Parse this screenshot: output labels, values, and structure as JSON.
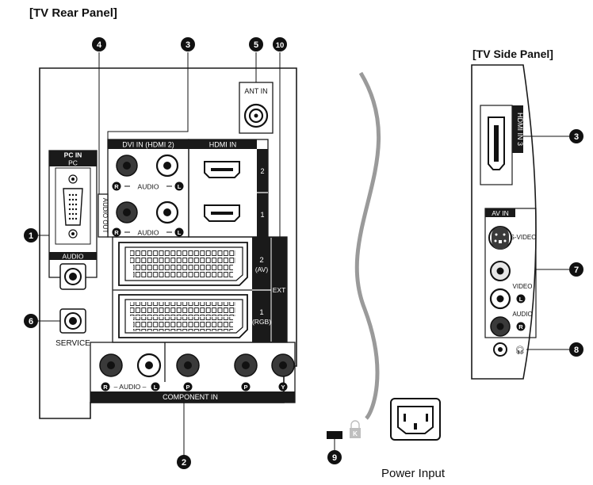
{
  "titles": {
    "rear": "[TV Rear Panel]",
    "side": "[TV Side Panel]"
  },
  "callouts": [
    "4",
    "3",
    "5",
    "10",
    "1",
    "6",
    "2",
    "3",
    "7",
    "8",
    "9"
  ],
  "rear_panel": {
    "pc_in_header": "PC IN",
    "pc_label": "PC",
    "audio_label": "AUDIO",
    "service_label": "SERVICE",
    "ant_in_label": "ANT IN",
    "dvi_header": "DVI IN (HDMI 2)",
    "hdmi_header": "HDMI IN",
    "hdmi_port_2": "2",
    "hdmi_port_1": "1",
    "audio_out_label": "AUDIO OUT",
    "audio_row_text": "AUDIO",
    "ch_r": "R",
    "ch_l": "L",
    "scart_2_num": "2",
    "scart_2_name": "(AV)",
    "scart_1_num": "1",
    "scart_1_name": "(RGB)",
    "ext_label": "EXT",
    "component_in_label": "COMPONENT IN",
    "component_audio_text": "– AUDIO –",
    "pr_badge": "P",
    "pb_badge": "P",
    "y_badge": "Y"
  },
  "side_panel": {
    "hdmi_in_3": "HDMI IN 3",
    "av_in": "AV IN",
    "s_video": "S-VIDEO",
    "video": "VIDEO",
    "audio": "AUDIO",
    "ch_l": "L",
    "ch_r": "R",
    "headphone_symbol": "🎧︎"
  },
  "power_input_label": "Power Input",
  "lock_badge": "K",
  "colors": {
    "ink": "#111111",
    "panel_stroke": "#1a1a1a",
    "cable_grey": "#9a9a9a",
    "jack_dark": "#3a3a3a",
    "jack_light": "#e8e8e8",
    "lock_grey": "#bfbfbf"
  }
}
